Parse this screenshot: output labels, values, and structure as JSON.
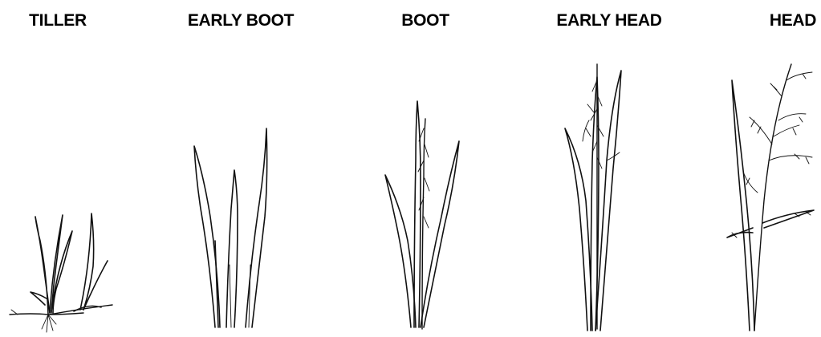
{
  "stages": [
    {
      "label": "TILLER",
      "icon": "grass-tiller-icon"
    },
    {
      "label": "EARLY BOOT",
      "icon": "grass-early-boot-icon"
    },
    {
      "label": "BOOT",
      "icon": "grass-boot-icon"
    },
    {
      "label": "EARLY HEAD",
      "icon": "grass-early-head-icon"
    },
    {
      "label": "HEAD",
      "icon": "grass-head-icon"
    }
  ],
  "colors": {
    "ink": "#111111",
    "background": "#ffffff"
  }
}
